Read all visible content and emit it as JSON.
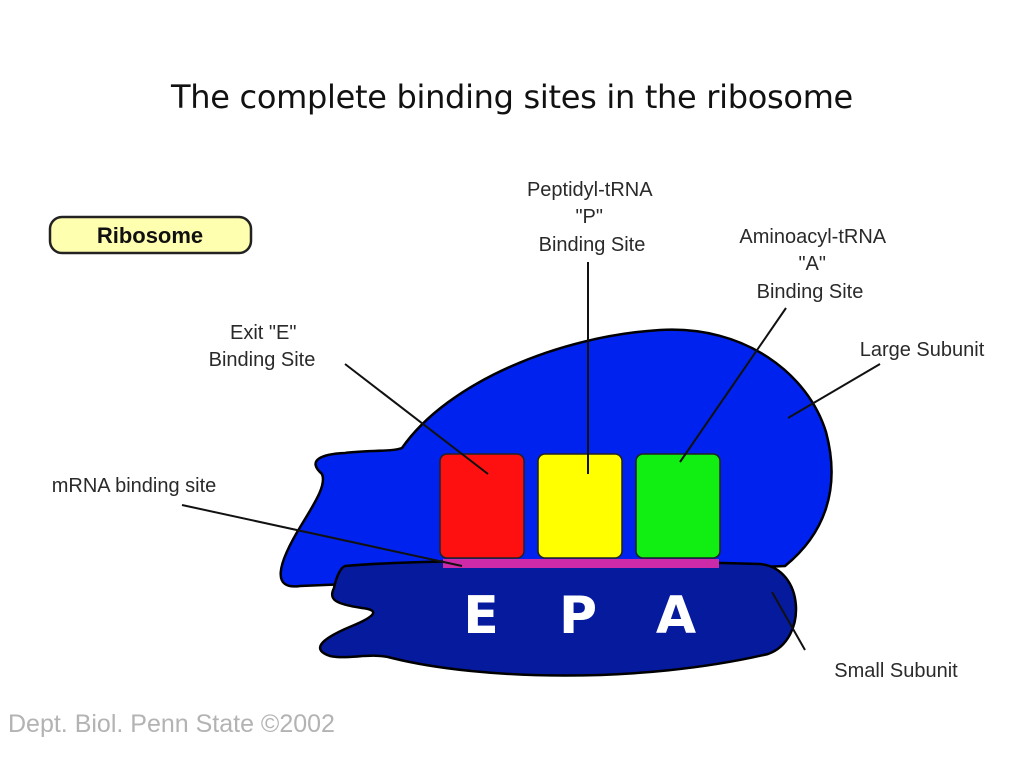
{
  "title": "The complete binding sites  in the  ribosome",
  "badge": "Ribosome",
  "labels": {
    "p_site": [
      "Peptidyl-tRNA",
      "\"P\"",
      "Binding Site"
    ],
    "a_site": [
      "Aminoacyl-tRNA",
      "\"A\"",
      "Binding Site"
    ],
    "e_site": [
      "Exit \"E\"",
      "Binding Site"
    ],
    "large_subunit": "Large Subunit",
    "small_subunit": "Small Subunit",
    "mrna": "mRNA binding site"
  },
  "site_letters": [
    "E",
    "P",
    "A"
  ],
  "credit": "Dept. Biol. Penn State ©2002",
  "colors": {
    "large_subunit": "#0022ee",
    "small_subunit": "#061a9e",
    "e_site": "#ff1010",
    "p_site": "#ffff00",
    "a_site": "#11ee11",
    "mrna": "#cc2aa8",
    "badge_fill": "#ffffb0"
  }
}
